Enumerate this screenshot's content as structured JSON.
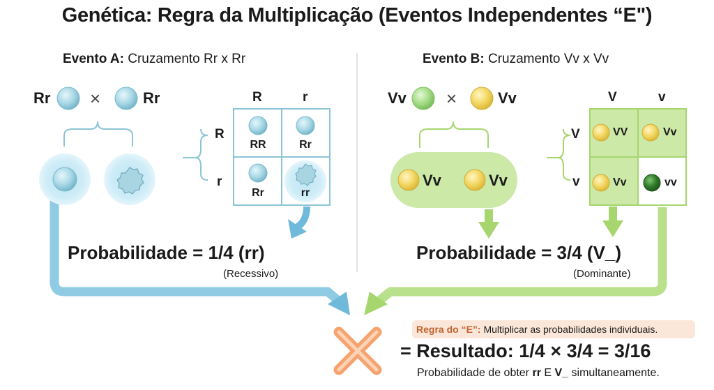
{
  "title": "Genética: Regra da Multiplicação (Eventos Independentes “E\")",
  "event_a": {
    "label": "Evento A:",
    "description": "Cruzamento Rr x Rr",
    "parent_left": "Rr",
    "parent_right": "Rr",
    "cross_symbol": "×",
    "col_headers": [
      "R",
      "r"
    ],
    "row_headers": [
      "R",
      "r"
    ],
    "cells": [
      "RR",
      "Rr",
      "Rr",
      "rr"
    ],
    "probability": "Probabilidade = 1/4 (rr)",
    "note": "(Recessivo)"
  },
  "event_b": {
    "label": "Evento B:",
    "description": "Cruzamento Vv x Vv",
    "parent_left": "Vv",
    "parent_right": "Vv",
    "cross_symbol": "×",
    "offspring": [
      "Vv",
      "Vv"
    ],
    "col_headers": [
      "V",
      "v"
    ],
    "row_headers": [
      "V",
      "v"
    ],
    "cells": [
      "VV",
      "Vv",
      "Vv",
      "vv"
    ],
    "probability": "Probabilidade = 3/4 (V_)",
    "note": "(Dominante)"
  },
  "rule": {
    "title": "Regra do “E”:",
    "text": "Multiplicar as probabilidades individuais."
  },
  "result": {
    "text": "= Resultado: 1/4 × 3/4 = 3/16",
    "sub_prefix": "Probabilidade de obter",
    "sub_rr": "rr",
    "sub_and": "E",
    "sub_v": "V_",
    "sub_suffix": "simultaneamente."
  },
  "colors": {
    "blue_pea": "#a9d8e6",
    "blue_arrow": "#6fb9da",
    "green_arrow": "#a6d66d",
    "green_fill": "#cde9a8",
    "yellow_pea": "#f3d763",
    "green_pea": "#a5dc86",
    "dark_green_pea": "#2f7a2a",
    "orange_x": "#f7a36f"
  },
  "icons": {
    "smooth": "smooth-pea-icon",
    "wrinkled": "wrinkled-pea-icon",
    "multiply": "multiply-x-icon"
  }
}
